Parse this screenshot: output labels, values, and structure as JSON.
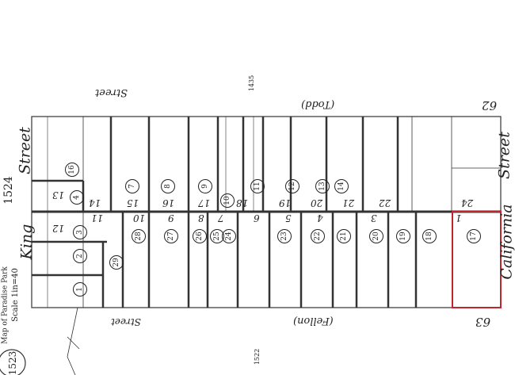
{
  "map": {
    "title": "Map of Paradise Park",
    "scale": "Scale 1in=40",
    "page_number": "1523",
    "adjacent_pages": {
      "top": "1435",
      "left": "1524",
      "bottom": "1522"
    },
    "streets": {
      "king": "King",
      "king_suffix": "Street",
      "california": "California",
      "california_suffix": "Street",
      "todd": "(Todd)",
      "todd_number": "62",
      "todd_suffix": "Street",
      "fellon": "(Fellon)",
      "fellon_number": "63",
      "fellon_suffix": "Street"
    },
    "top_lots": [
      "14",
      "15",
      "16",
      "17",
      "18",
      "19",
      "20",
      "21",
      "22",
      "24"
    ],
    "bottom_lots": [
      "11",
      "10",
      "9",
      "8",
      "7",
      "6",
      "5",
      "4",
      "3",
      "1"
    ],
    "left_lots": [
      "13",
      "12"
    ],
    "top_parcels": [
      "16",
      "7",
      "8",
      "9",
      "10",
      "11",
      "12",
      "13",
      "14"
    ],
    "bottom_parcels": [
      "28",
      "27",
      "26",
      "25",
      "24",
      "23",
      "22",
      "21",
      "20",
      "19",
      "18",
      "17"
    ],
    "left_parcels": [
      "4",
      "3",
      "2",
      "1",
      "29"
    ],
    "highlight_color": "#c0262d"
  }
}
